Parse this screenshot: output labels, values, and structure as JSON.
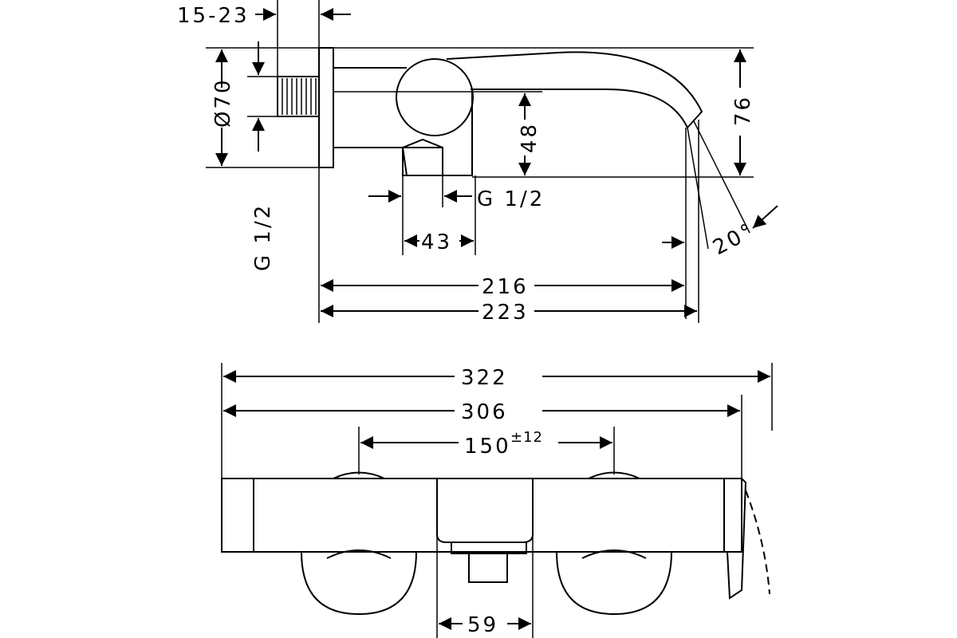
{
  "side_view": {
    "label_offset_range": "15-23",
    "label_diameter": "Ø70",
    "label_thread_vertical": "G 1/2",
    "label_height_48": "48",
    "label_thread_horizontal": "G 1/2",
    "label_43": "43",
    "label_216": "216",
    "label_223": "223",
    "label_76": "76",
    "label_angle": "20°"
  },
  "top_view": {
    "label_322": "322",
    "label_306": "306",
    "label_150": "150",
    "label_tolerance": "±12",
    "label_59": "59"
  }
}
